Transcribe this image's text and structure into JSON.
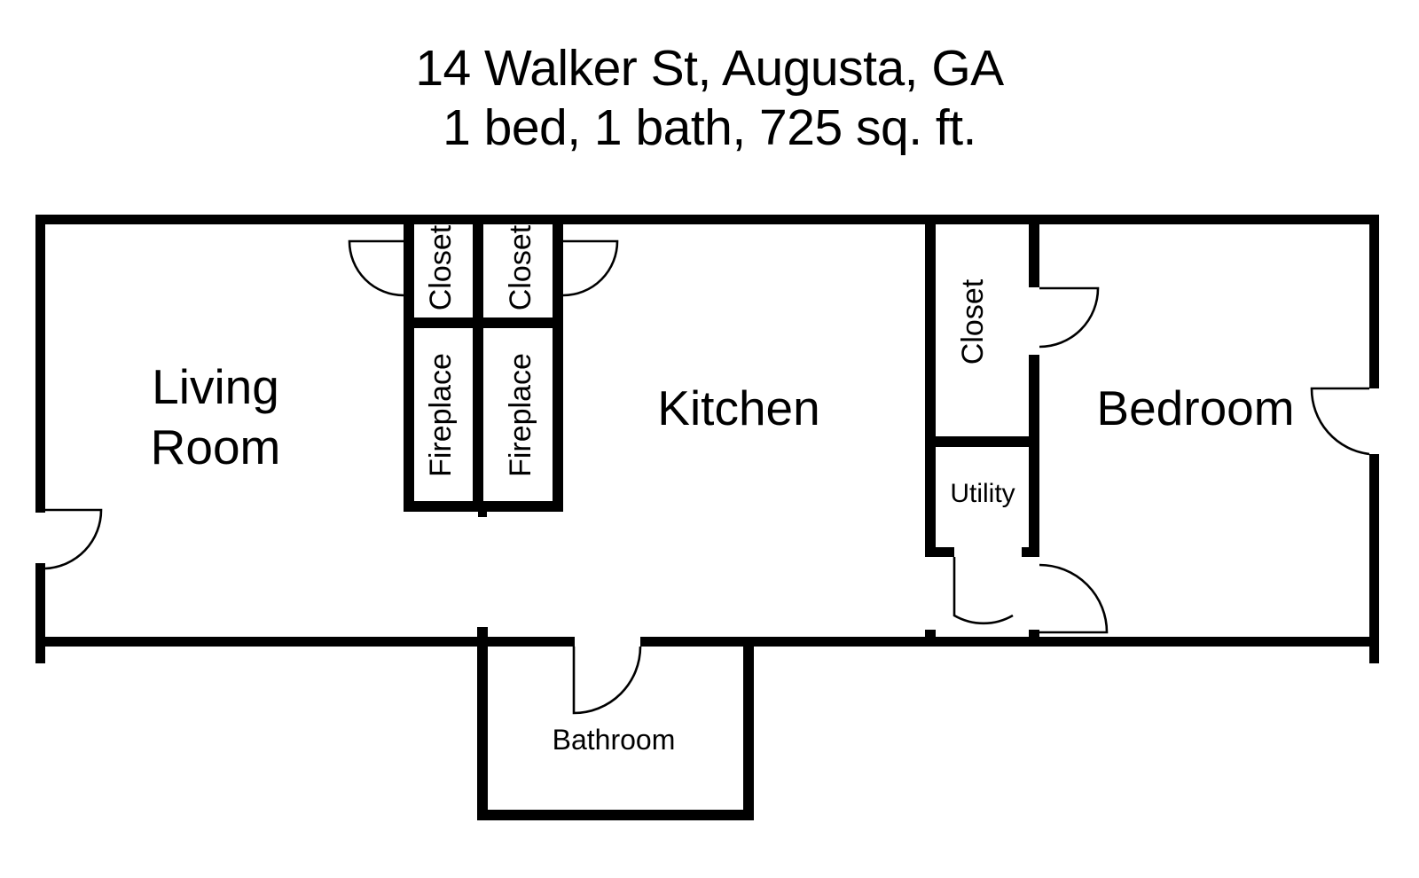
{
  "page": {
    "background_color": "#ffffff",
    "line_color": "#000000"
  },
  "title": {
    "line1": "14 Walker St, Augusta, GA",
    "line2": "1 bed, 1 bath, 725 sq. ft."
  },
  "property": {
    "address": "14 Walker St, Augusta, GA",
    "beds": "1 bed",
    "baths": "1 bath",
    "area": "725 sq. ft."
  },
  "rooms": {
    "living_room_line1": "Living",
    "living_room_line2": "Room",
    "kitchen": "Kitchen",
    "bedroom": "Bedroom",
    "bathroom": "Bathroom",
    "utility": "Utility",
    "closet_left": "Closet",
    "closet_right": "Closet",
    "closet_bedroom": "Closet",
    "fireplace_left": "Fireplace",
    "fireplace_right": "Fireplace"
  },
  "chart_data": {
    "type": "diagram",
    "title": "14 Walker St, Augusta, GA",
    "subtitle": "1 bed, 1 bath, 725 sq. ft.",
    "spaces": [
      {
        "name": "Living Room",
        "orientation": "horizontal"
      },
      {
        "name": "Kitchen",
        "orientation": "horizontal"
      },
      {
        "name": "Bedroom",
        "orientation": "horizontal"
      },
      {
        "name": "Bathroom",
        "orientation": "horizontal"
      },
      {
        "name": "Utility",
        "orientation": "horizontal"
      },
      {
        "name": "Closet",
        "orientation": "vertical"
      },
      {
        "name": "Closet",
        "orientation": "vertical"
      },
      {
        "name": "Closet",
        "orientation": "vertical"
      },
      {
        "name": "Fireplace",
        "orientation": "vertical"
      },
      {
        "name": "Fireplace",
        "orientation": "vertical"
      }
    ],
    "doors": 7
  }
}
